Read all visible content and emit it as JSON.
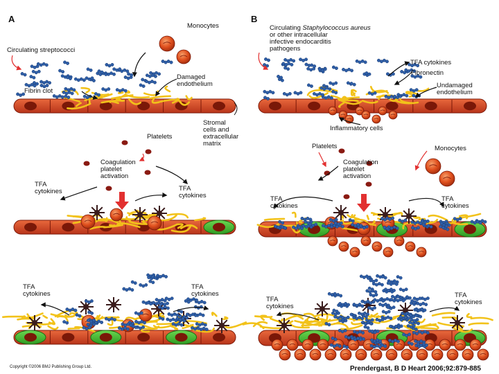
{
  "panels": {
    "a": {
      "letter": "A"
    },
    "b": {
      "letter": "B"
    }
  },
  "labels_a": {
    "monocytes": "Monocytes",
    "circulating": "Circulating streptococci",
    "damaged": "Damaged\nendothelium",
    "fibrin": "Fibrin clot",
    "stromal": "Stromal\ncells and\nextracellular\nmatrix",
    "platelets": "Platelets",
    "coag": "Coagulation\nplatelet\nactivation",
    "tfa_left": "TFA\ncytokines",
    "tfa_right": "TFA\ncytokines",
    "tfa_left2": "TFA\ncytokines",
    "tfa_right2": "TFA\ncytokines"
  },
  "labels_b": {
    "circ_prefix": "Circulating ",
    "circ_italic": "Staphylococcus aureus",
    "circ_rest": "or other intracellular\ninfective endocarditis\npathogens",
    "tfa_top": "TFA cytokines",
    "fibronectin": "Fibronectin",
    "undamaged": "Undamaged\nendothelium",
    "inflammatory": "Inflammatory cells",
    "platelets": "Platelets",
    "coag": "Coagulation\nplatelet\nactivation",
    "monocytes": "Monocytes",
    "tfa_left": "TFA\ncytokines",
    "tfa_right": "TFA\ncytokines",
    "tfa_left2": "TFA\ncytokines",
    "tfa_right2": "TFA\ncytokines"
  },
  "footer": {
    "copyright": "Copyright ©2006 BMJ Publishing Group Ltd.",
    "citation": "Prendergast, B D Heart 2006;92:879-885"
  },
  "colors": {
    "cell_red": "#d94a22",
    "cell_dark": "#a82c10",
    "nucleus": "#7a1808",
    "fibrin": "#f2c21a",
    "bacteria": "#2f5fa8",
    "platelet_dark": "#3a1c1c",
    "green_cell": "#4fc23a",
    "arrow_red": "#e23030",
    "monocyte": "#e0501e"
  }
}
